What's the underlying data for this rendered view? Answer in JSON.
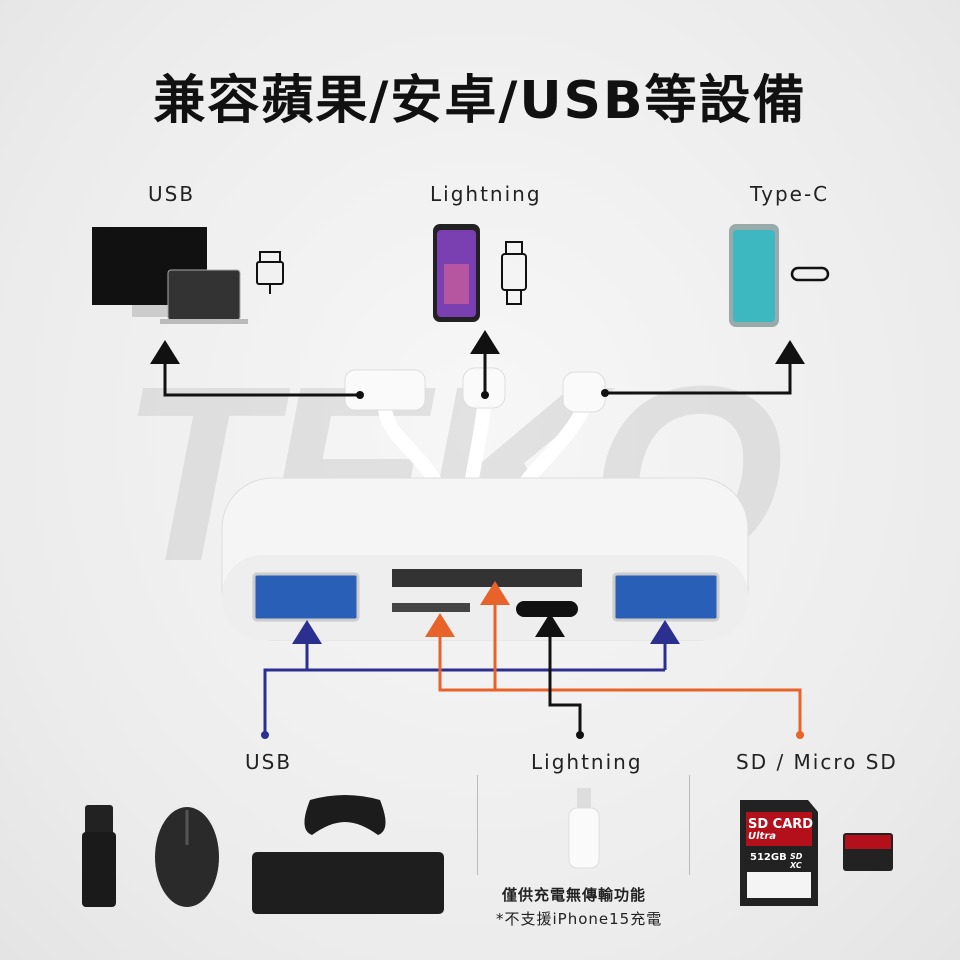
{
  "title": "兼容蘋果/安卓/USB等設備",
  "watermark": "TEKQ",
  "top_labels": {
    "usb": "USB",
    "lightning": "Lightning",
    "typec": "Type-C"
  },
  "bottom_labels": {
    "usb": "USB",
    "lightning": "Lightning",
    "sd": "SD / Micro SD"
  },
  "lightning_note": {
    "line1": "僅供充電無傳輸功能",
    "line2": "*不支援iPhone15充電"
  },
  "sd_card": {
    "brand": "SD CARD",
    "sub": "Ultra",
    "capacity": "512GB",
    "format": "SD XC"
  },
  "colors": {
    "usb_line": "#2b2f8f",
    "sd_line": "#e8632a",
    "lightning_line": "#111111",
    "card_red": "#b3101c"
  }
}
